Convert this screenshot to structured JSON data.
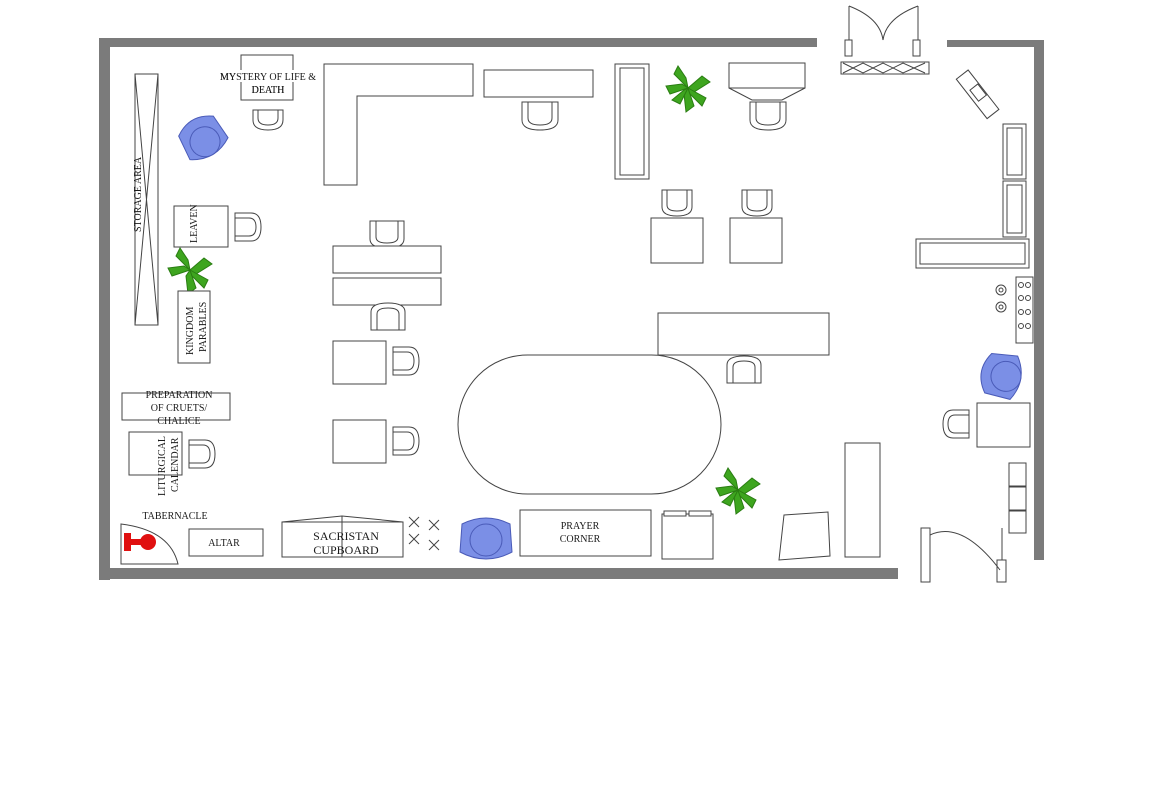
{
  "labels": {
    "mystery_line1": "MYSTERY OF LIFE &",
    "mystery_line2": "DEATH",
    "storage": "STORAGE AREA",
    "leaven": "LEAVEN",
    "kingdom_line1": "KINGDOM",
    "kingdom_line2": "PARABLES",
    "prep_line1": "PREPARATION",
    "prep_line2": "OF CRUETS/",
    "prep_line3": "CHALICE",
    "calendar_line1": "LITURGICAL",
    "calendar_line2": "CALENDAR",
    "tabernacle": "TABERNACLE",
    "altar": "ALTAR",
    "sacristan_line1": "SACRISTAN",
    "sacristan_line2": "CUPBOARD",
    "prayer_line1": "PRAYER",
    "prayer_line2": "CORNER"
  },
  "colors": {
    "wall": "#7b7b7b",
    "chair_blue": "#7b8fe6",
    "chair_blue_stroke": "#4a5bb8",
    "tabernacle_red": "#e01010",
    "plant_green": "#3ea51f",
    "plant_dark": "#2a7d12"
  },
  "icons": [
    "armchair-icon",
    "chair-icon",
    "plant-icon",
    "door-icon",
    "tabernacle-icon",
    "stove-icon",
    "sink-icon"
  ]
}
